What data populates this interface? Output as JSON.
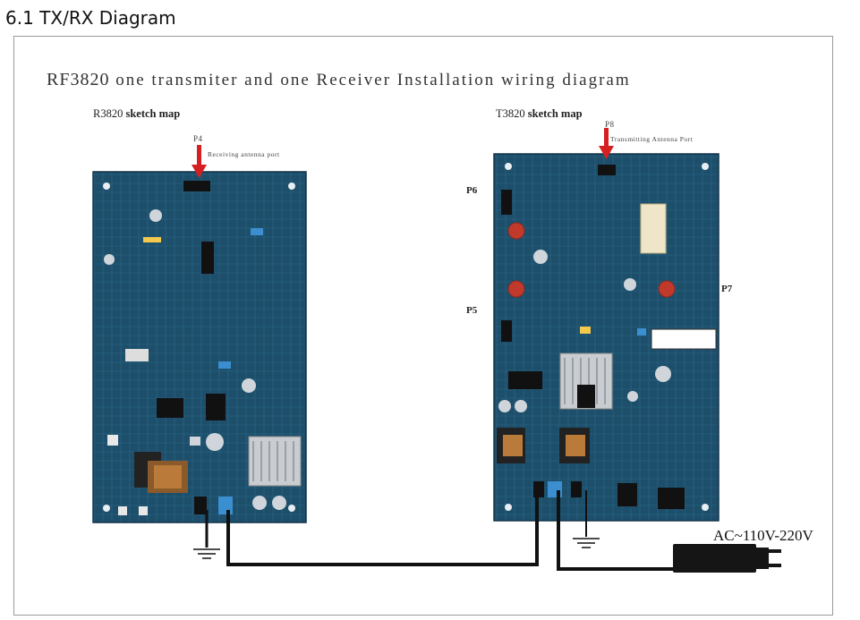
{
  "heading": "6.1 TX/RX Diagram",
  "figure": {
    "title_model": "RF3820",
    "title_text": "one transmiter and one Receiver Installation wiring diagram",
    "receiver": {
      "name": "R3820",
      "sketch": "sketch map",
      "port_label": "P4",
      "port_desc": "Receiving antenna port"
    },
    "transmitter": {
      "name": "T3820",
      "sketch": "sketch map",
      "port_label": "P8",
      "port_desc": "Transmitting Antenna Port",
      "p5": "P5",
      "p6": "P6",
      "p7": "P7"
    },
    "power": "AC~110V-220V"
  },
  "colors": {
    "pcb": "#1d4f6b",
    "pcb_dark": "#143a52",
    "arrow": "#d42020",
    "wire": "#111111"
  }
}
